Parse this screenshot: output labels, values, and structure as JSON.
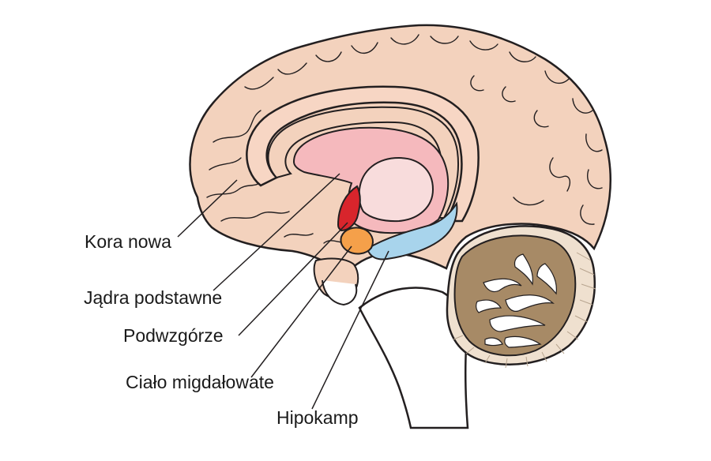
{
  "labels": {
    "kora_nowa": "Kora nowa",
    "jadra_podstawne": "Jądra podstawne",
    "podwzgorze": "Podwzgórze",
    "cialo_migdalowate": "Ciało migdałowate",
    "hipokamp": "Hipokamp"
  },
  "colors": {
    "cortex": "#f3d2bd",
    "cingulate": "#f7d6c4",
    "basal_ganglia": "#f5b9bd",
    "thalamus": "#f8dcdc",
    "hypothalamus": "#d8252c",
    "amygdala": "#f5a04a",
    "hippocampus": "#a8d4ec",
    "cerebellum_outer": "#efe0cf",
    "cerebellum_inner": "#a78a66",
    "outline": "#231f20"
  }
}
